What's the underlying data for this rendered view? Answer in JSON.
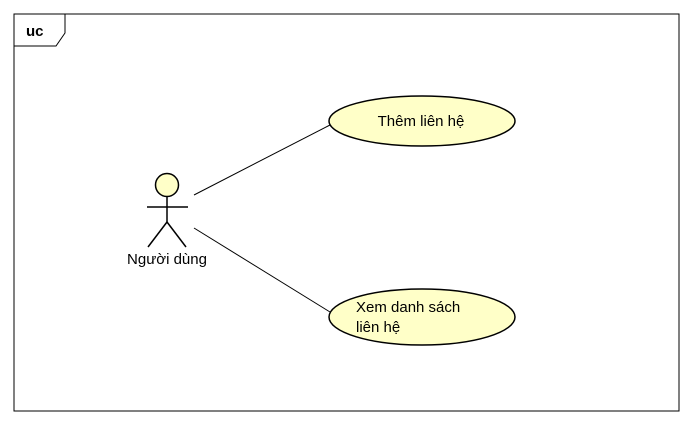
{
  "diagram": {
    "frame_label": "uc",
    "actor": {
      "name": "Người dùng"
    },
    "use_cases": [
      {
        "label_lines": [
          "Thêm liên hệ"
        ]
      },
      {
        "label_lines": [
          "Xem danh sách",
          "liên hệ"
        ]
      }
    ],
    "colors": {
      "use_case_fill": "#ffffc8",
      "actor_fill": "#ffffc8",
      "stroke": "#000000",
      "background": "#ffffff"
    }
  }
}
